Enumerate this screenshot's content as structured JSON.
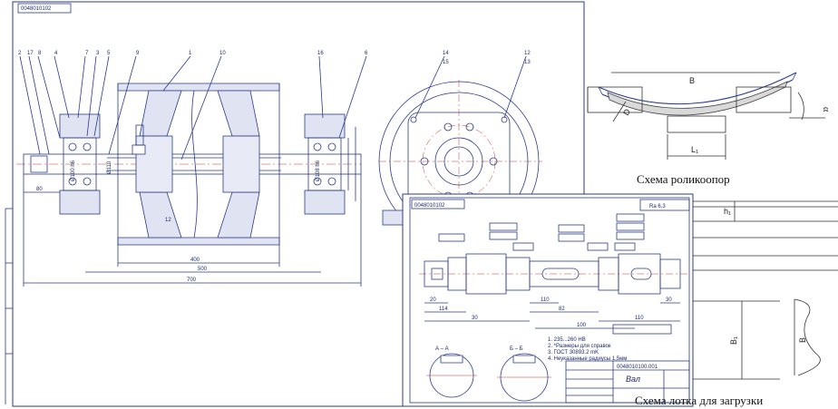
{
  "captions": {
    "roller_scheme": "Схема роликоопор",
    "chute_scheme": "Схема лотка для загрузки"
  },
  "main_drawing": {
    "stamp_code": "0048010102",
    "parts": [
      "2",
      "17",
      "8",
      "4",
      "7",
      "3",
      "5",
      "9",
      "1",
      "10",
      "16",
      "6"
    ],
    "dimensions": [
      "80",
      "400",
      "500",
      "700",
      "12",
      "Ø100 h6",
      "Ø108 h6",
      "Ø110"
    ],
    "side_view_parts": [
      "14",
      "15",
      "12",
      "13"
    ]
  },
  "shaft_sheet": {
    "stamp_code": "0048010100.001",
    "title": "Вал",
    "section_aa": "А – А",
    "section_bb": "Б – Б",
    "roughness": "Ra 6,3",
    "dimensions": [
      "20",
      "114",
      "30",
      "110",
      "82",
      "100",
      "30",
      "110"
    ],
    "notes": [
      "1. 235...260 HB",
      "2. *Размеры для справок",
      "3. ГОСТ 30893.2 mK",
      "4. Неуказанные радиусы 1,5мм"
    ]
  },
  "roller_scheme": {
    "labels": [
      "B",
      "D",
      "L₁",
      "α"
    ]
  },
  "chute_scheme": {
    "labels": [
      "h₁",
      "B₁",
      "B"
    ]
  }
}
